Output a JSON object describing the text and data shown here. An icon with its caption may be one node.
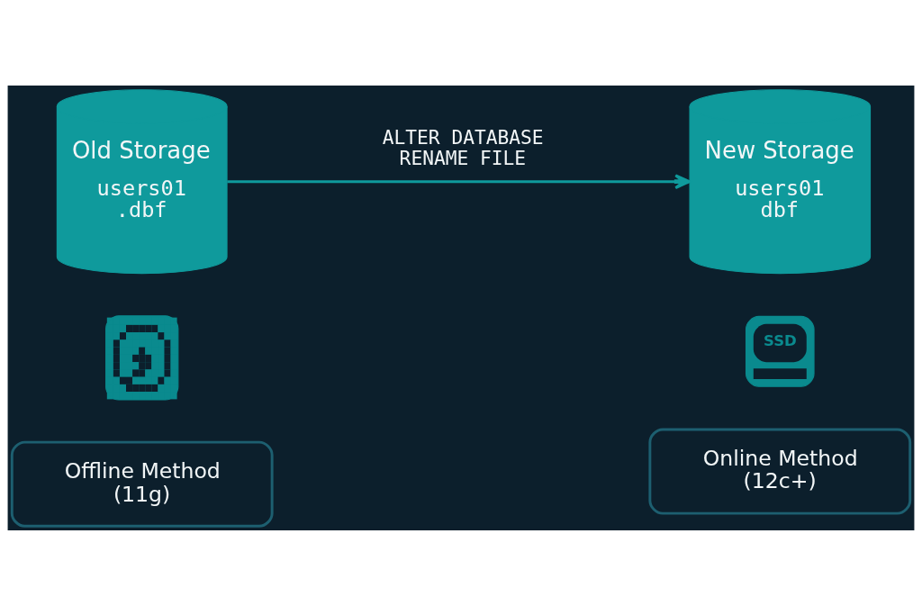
{
  "diagram": {
    "nodes": [
      {
        "text": [
          "Old Storage",
          "users01 .dbf"
        ]
      },
      {
        "text": [
          "New Storage",
          "users01 dbf"
        ]
      },
      {
        "text": [],
        "shape": "picture"
      },
      {
        "text": [
          "SSD"
        ]
      },
      {
        "text": [
          "Offline Method",
          "(11g)"
        ]
      },
      {
        "text": [
          "Online Method",
          "(12c+)"
        ]
      }
    ],
    "edges": [
      {
        "from": 0,
        "to": 1,
        "label": "ALTER DATABASE RENAME FILE",
        "arrow": "to"
      }
    ]
  }
}
